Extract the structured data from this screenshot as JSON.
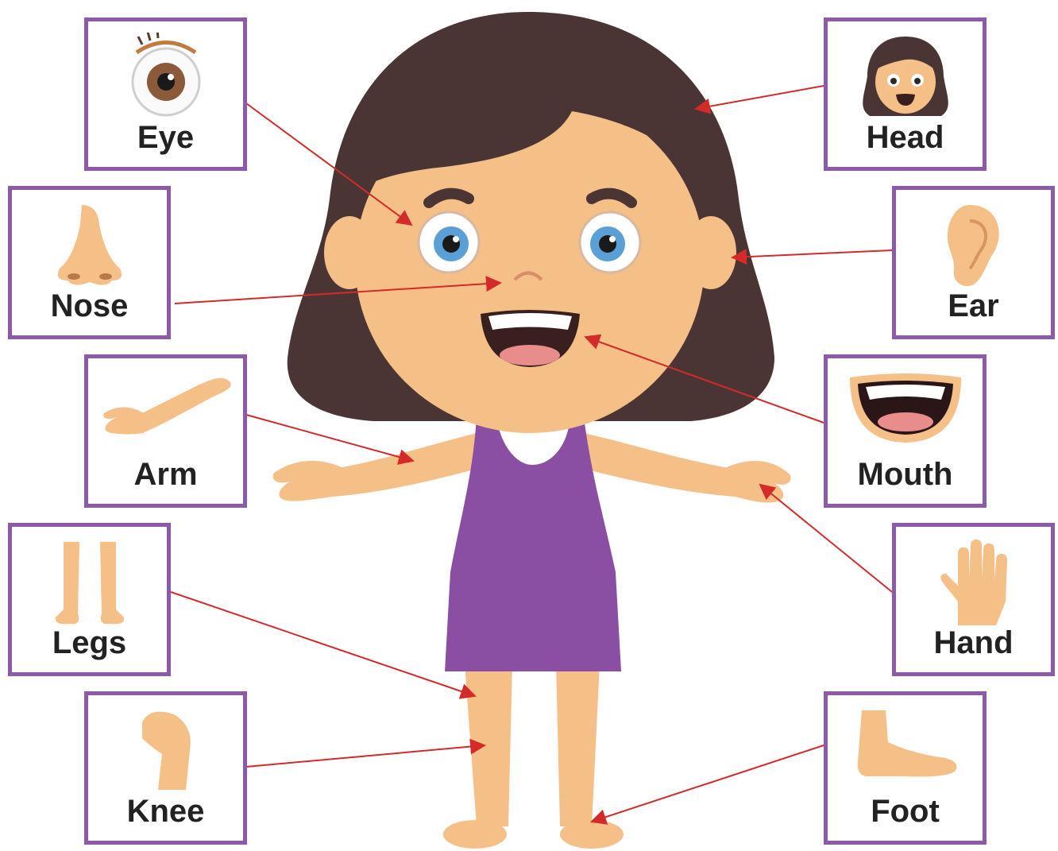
{
  "labels": {
    "eye": "Eye",
    "nose": "Nose",
    "arm": "Arm",
    "legs": "Legs",
    "knee": "Knee",
    "head": "Head",
    "ear": "Ear",
    "mouth": "Mouth",
    "hand": "Hand",
    "foot": "Foot"
  },
  "colors": {
    "card_border": "#8c5aa8",
    "arrow": "#d42a2a",
    "hair": "#4b3534",
    "skin": "#f5bf88",
    "dress": "#8a4fa3"
  }
}
